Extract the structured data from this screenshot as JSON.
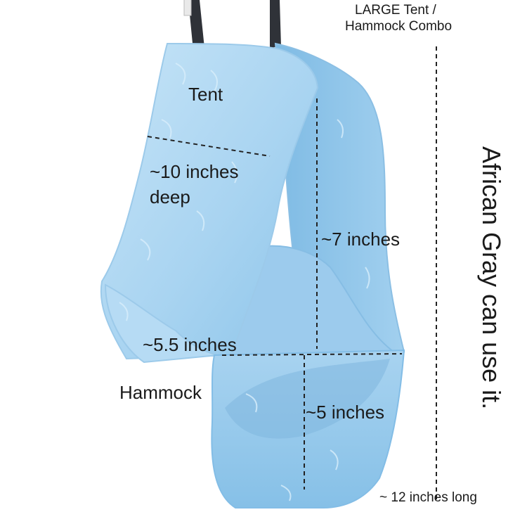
{
  "header": {
    "title_line1": "LARGE Tent /",
    "title_line2": "Hammock Combo"
  },
  "labels": {
    "tent": "Tent",
    "depth": "~10 inches deep",
    "tent_height": "~7 inches",
    "opening_width": "~5.5 inches",
    "hammock": "Hammock",
    "hammock_height": "~5 inches",
    "length": "~ 12 inches long"
  },
  "side_note": "African Gray can use it.",
  "colors": {
    "fleece_light": "#b9dcf3",
    "fleece_mid": "#8ec6ea",
    "fleece_dark": "#6fb0de",
    "strap": "#2f3238",
    "text": "#1a1a1a",
    "background": "#ffffff"
  }
}
